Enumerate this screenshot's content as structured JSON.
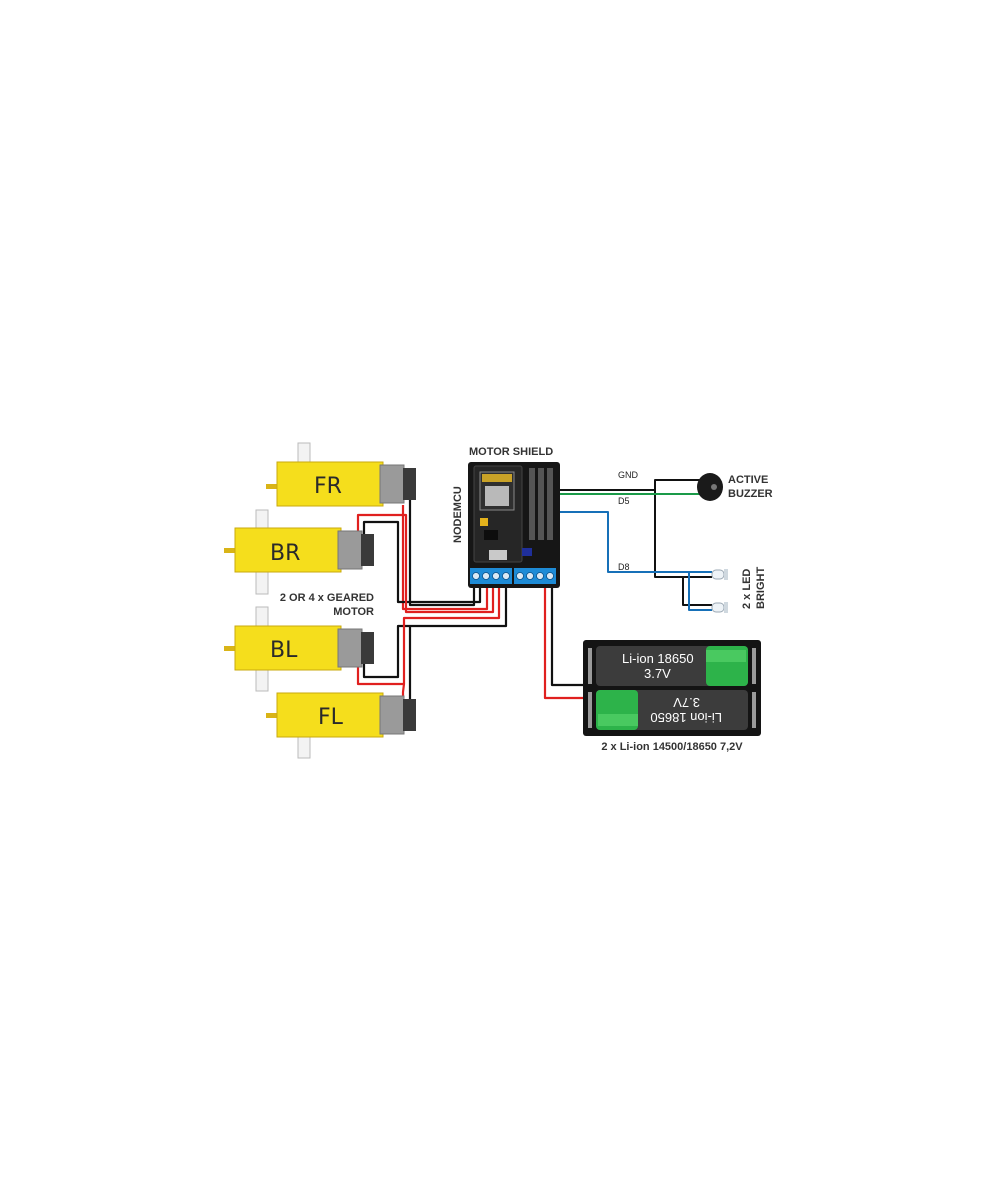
{
  "labels": {
    "motor_shield": "MOTOR SHIELD",
    "nodemcu": "NODEMCU",
    "active_buzzer_line1": "ACTIVE",
    "active_buzzer_line2": "BUZZER",
    "led_line1": "2 x LED",
    "led_line2": "BRIGHT",
    "geared_motor_line1": "2 OR 4 x GEARED",
    "geared_motor_line2": "MOTOR",
    "battery_caption": "2 x Li-ion 14500/18650 7,2V"
  },
  "wire_labels": {
    "gnd": "GND",
    "d5": "D5",
    "d8": "D8"
  },
  "motors": {
    "fr": "FR",
    "br": "BR",
    "bl": "BL",
    "fl": "FL"
  },
  "battery": {
    "cell1_line1": "Li-ion 18650",
    "cell1_line2": "3.7V",
    "cell2_line1": "Li-ion 18650",
    "cell2_line2": "3.7V"
  },
  "colors": {
    "wire_red": "#e0201f",
    "wire_black": "#111111",
    "wire_green": "#1a9a48",
    "wire_blue": "#1670b8",
    "motor_yellow": "#f5de1c",
    "board_black": "#161616",
    "terminal_blue": "#1e8bd6",
    "cell_green": "#2db34a"
  }
}
